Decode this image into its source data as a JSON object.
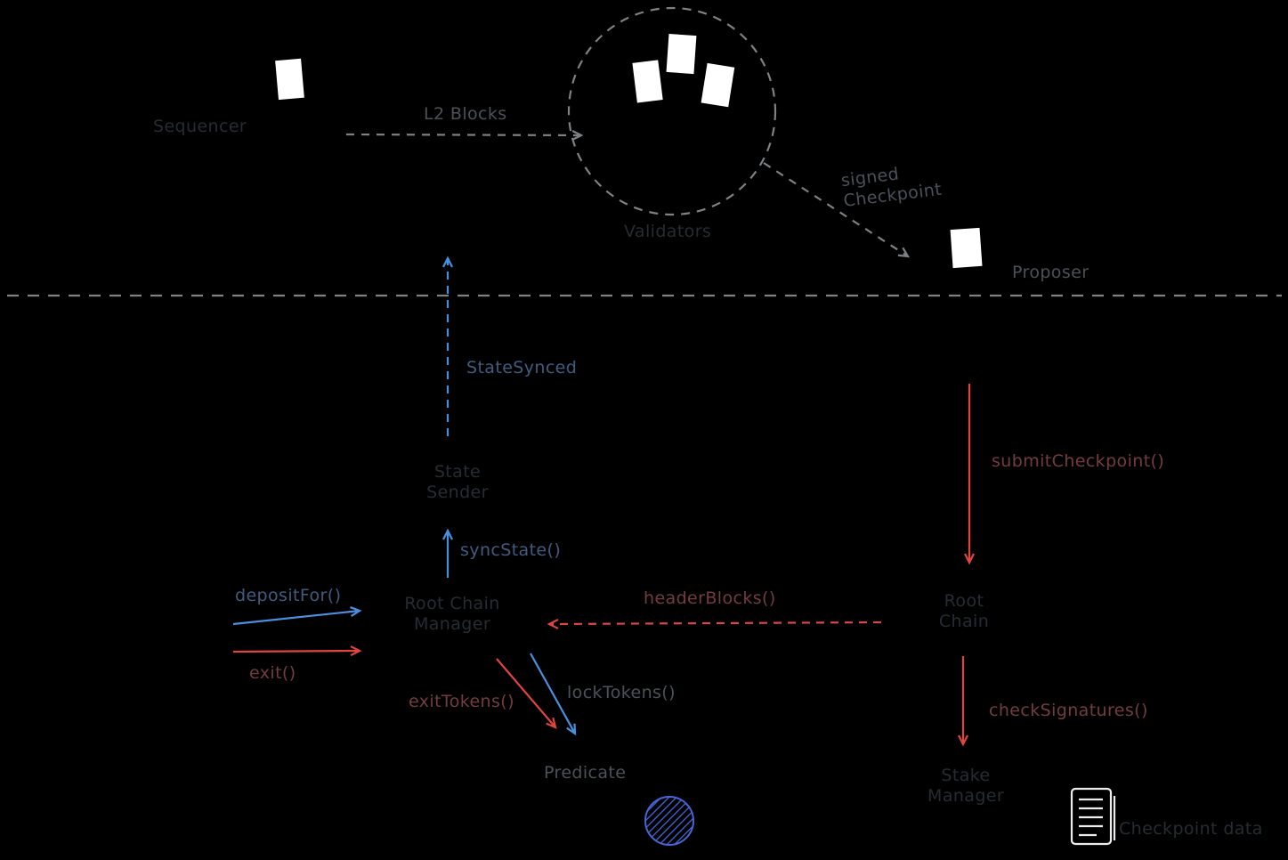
{
  "diagram": {
    "nodes": {
      "sequencer": "Sequencer",
      "validators": "Validators",
      "proposer": "Proposer",
      "state_sender": "State Sender",
      "root_chain_manager": "Root Chain Manager",
      "root_chain": "Root Chain",
      "stake_manager": "Stake Manager",
      "predicate": "Predicate",
      "checkpoint_doc": "Checkpoint data"
    },
    "edges": {
      "l2_blocks": "L2 Blocks",
      "signed_checkpoint": "signed Checkpoint",
      "state_synced": "StateSynced",
      "submit_checkpoint": "submitCheckpoint()",
      "sync_state": "syncState()",
      "deposit_for": "depositFor()",
      "exit": "exit()",
      "header_blocks": "headerBlocks()",
      "exit_tokens": "exitTokens()",
      "lock_tokens": "lockTokens()",
      "check_signatures": "checkSignatures()"
    },
    "colors": {
      "background": "#000000",
      "blue": "#4a8fe0",
      "red": "#e0463f",
      "gray": "#7d8287",
      "label_gray": "#4b5158",
      "label_blue": "#3f5d80",
      "label_red": "#743c3e",
      "label_node": "#262c33"
    }
  }
}
